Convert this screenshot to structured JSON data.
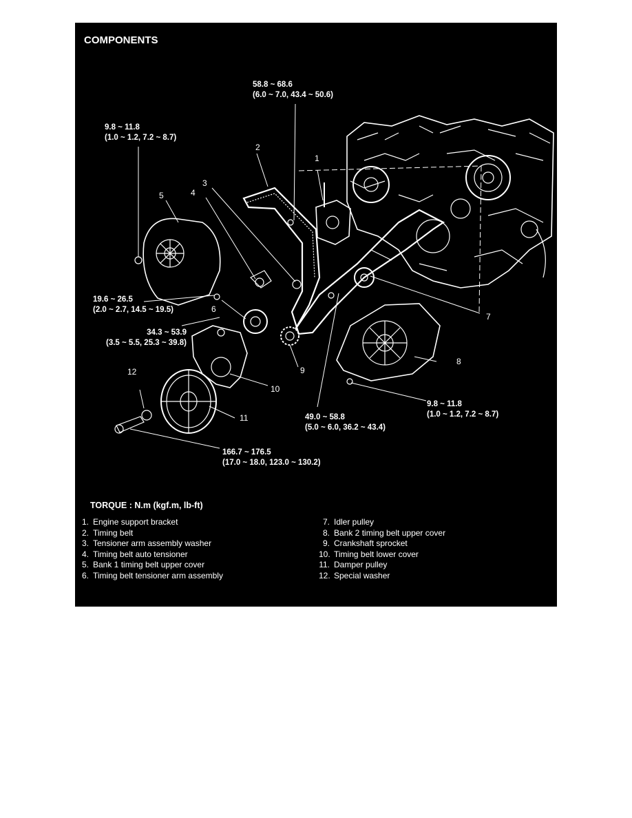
{
  "title": "COMPONENTS",
  "specs": {
    "s1": {
      "line1": "58.8 ~ 68.6",
      "line2": "(6.0 ~ 7.0, 43.4 ~ 50.6)"
    },
    "s2": {
      "line1": "9.8 ~ 11.8",
      "line2": "(1.0 ~ 1.2, 7.2 ~ 8.7)"
    },
    "s3": {
      "line1": "19.6 ~ 26.5",
      "line2": "(2.0 ~ 2.7, 14.5 ~ 19.5)"
    },
    "s4": {
      "line1": "34.3 ~ 53.9",
      "line2": "(3.5 ~ 5.5, 25.3 ~ 39.8)"
    },
    "s5": {
      "line1": "9.8 ~ 11.8",
      "line2": "(1.0 ~ 1.2, 7.2 ~ 8.7)"
    },
    "s6": {
      "line1": "49.0 ~ 58.8",
      "line2": "(5.0 ~ 6.0, 36.2 ~ 43.4)"
    },
    "s7": {
      "line1": "166.7 ~ 176.5",
      "line2": "(17.0 ~ 18.0, 123.0 ~ 130.2)"
    }
  },
  "callouts": [
    "1",
    "2",
    "3",
    "4",
    "5",
    "6",
    "7",
    "8",
    "9",
    "10",
    "11",
    "12"
  ],
  "torque_label": "TORQUE : N.m (kgf.m, lb-ft)",
  "legend_left": [
    {
      "num": "1.",
      "text": "Engine support bracket"
    },
    {
      "num": "2.",
      "text": "Timing belt"
    },
    {
      "num": "3.",
      "text": "Tensioner arm assembly washer"
    },
    {
      "num": "4.",
      "text": "Timing belt auto tensioner"
    },
    {
      "num": "5.",
      "text": "Bank 1 timing belt upper cover"
    },
    {
      "num": "6.",
      "text": "Timing belt tensioner arm assembly"
    }
  ],
  "legend_right": [
    {
      "num": "7.",
      "text": "Idler pulley"
    },
    {
      "num": "8.",
      "text": "Bank 2 timing belt upper cover"
    },
    {
      "num": "9.",
      "text": "Crankshaft sprocket"
    },
    {
      "num": "10.",
      "text": "Timing belt lower cover"
    },
    {
      "num": "11.",
      "text": "Damper pulley"
    },
    {
      "num": "12.",
      "text": "Special washer"
    }
  ]
}
